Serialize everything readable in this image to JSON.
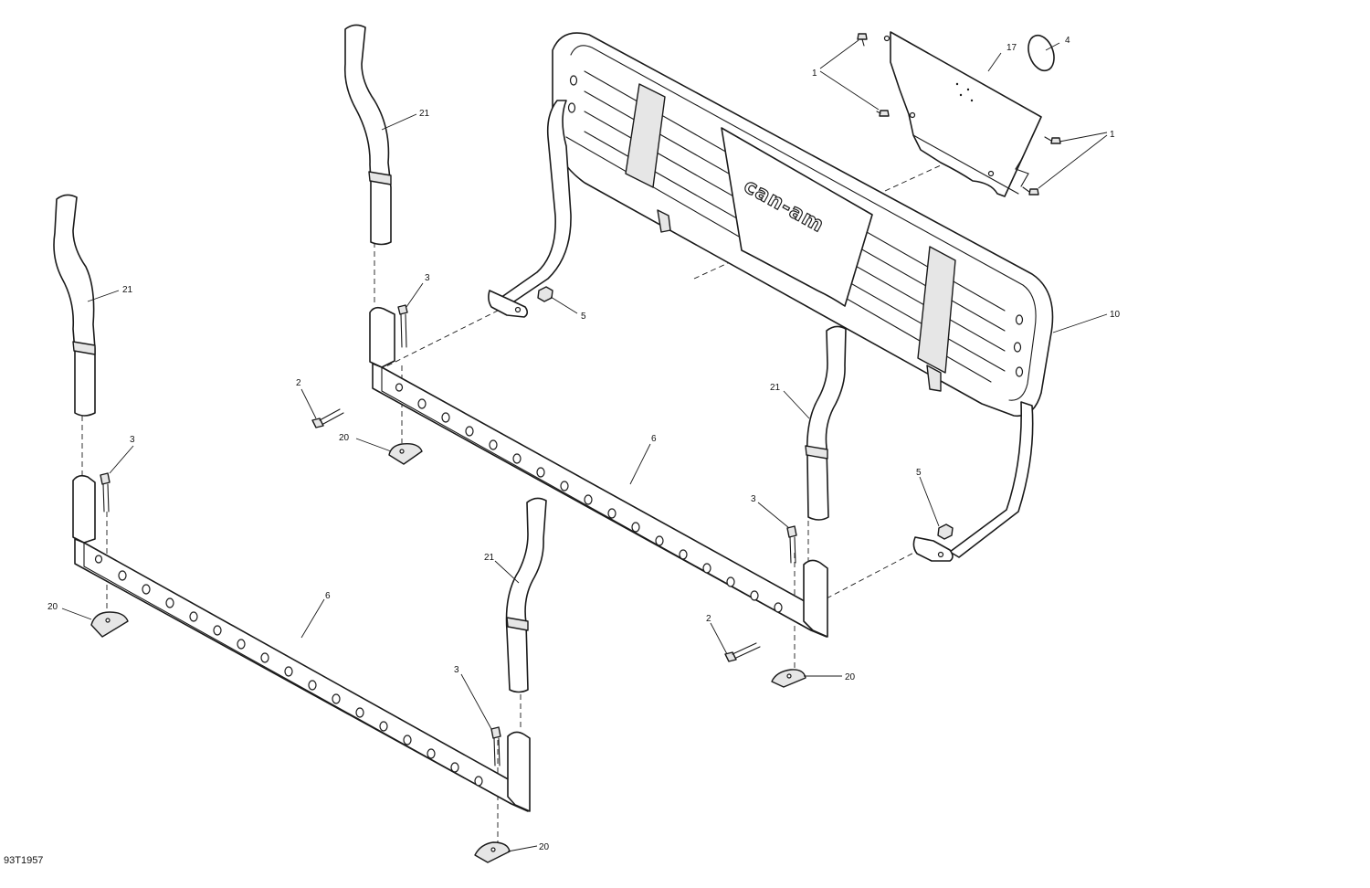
{
  "drawing_id": "93T1957",
  "brand_logo": "can-am",
  "callouts": {
    "c1a": "1",
    "c1b": "1",
    "c4": "4",
    "c17": "17",
    "c21a": "21",
    "c21b": "21",
    "c3a": "3",
    "c5a": "5",
    "c2a": "2",
    "c20a": "20",
    "c3b": "3",
    "c6a": "6",
    "c21c": "21",
    "c10": "10",
    "c5b": "5",
    "c3c": "3",
    "c21d": "21",
    "c20b": "20",
    "c6b": "6",
    "c2b": "2",
    "c20c": "20",
    "c3d": "3",
    "c20d": "20"
  }
}
